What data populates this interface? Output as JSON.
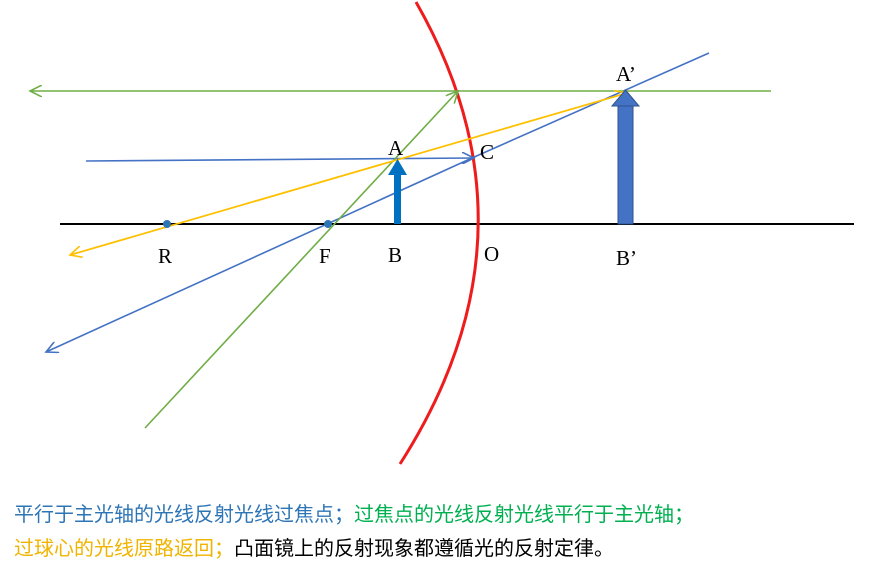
{
  "labels": {
    "A": "A",
    "A_prime": "A’",
    "B": "B",
    "B_prime": "B’",
    "C": "C",
    "F": "F",
    "R": "R",
    "O": "O"
  },
  "caption": {
    "line1_blue": "平行于主光轴的光线反射光线过焦点；",
    "line1_green": "过焦点的光线反射光线平行于主光轴；",
    "line2_yellow": "过球心的光线原路返回；",
    "line2_black": "凸面镜上的反射现象都遵循光的反射定律。"
  },
  "colors": {
    "mirror": "#ee1c1c",
    "axis": "#000000",
    "blue_ray": "#4472c4",
    "green_ray": "#70ad47",
    "yellow_ray": "#ffc000",
    "object_arrow": "#0070c0",
    "image_arrow": "#4472c4"
  }
}
